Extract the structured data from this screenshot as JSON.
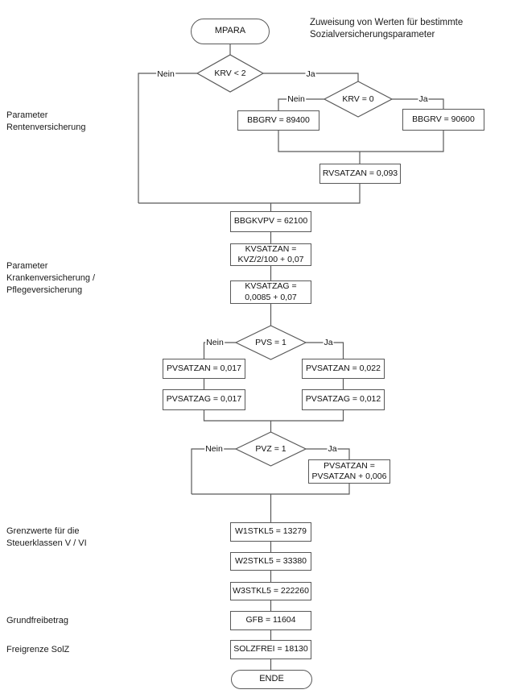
{
  "annotation": "Zuweisung von Werten für bestimmte\nSozialversicherungsparameter",
  "terminals": {
    "start": "MPARA",
    "end": "ENDE"
  },
  "decisions": {
    "krv2": {
      "label": "KRV < 2",
      "no": "Nein",
      "yes": "Ja"
    },
    "krv0": {
      "label": "KRV = 0",
      "no": "Nein",
      "yes": "Ja"
    },
    "pvs": {
      "label": "PVS = 1",
      "no": "Nein",
      "yes": "Ja"
    },
    "pvz": {
      "label": "PVZ = 1",
      "no": "Nein",
      "yes": "Ja"
    }
  },
  "boxes": {
    "bbgrv_nein": "BBGRV = 89400",
    "bbgrv_ja": "BBGRV = 90600",
    "rvsatzan": "RVSATZAN = 0,093",
    "bbgkvpv": "BBGKVPV = 62100",
    "kvsatzan": "KVSATZAN =\nKVZ/2/100 + 0,07",
    "kvsatzag": "KVSATZAG =\n0,0085 + 0,07",
    "pvsatzan_nein": "PVSATZAN = 0,017",
    "pvsatzag_nein": "PVSATZAG = 0,017",
    "pvsatzan_ja": "PVSATZAN = 0,022",
    "pvsatzag_ja": "PVSATZAG = 0,012",
    "pvsatzan_plus": "PVSATZAN =\nPVSATZAN + 0,006",
    "w1stkl5": "W1STKL5 = 13279",
    "w2stkl5": "W2STKL5 = 33380",
    "w3stkl5": "W3STKL5 = 222260",
    "gfb": "GFB = 11604",
    "solzfrei": "SOLZFREI = 18130"
  },
  "side_labels": {
    "rentenversicherung": "Parameter\nRentenversicherung",
    "krankenversicherung": "Parameter\nKrankenversicherung /\nPflegeversicherung",
    "steuerklassen": "Grenzwerte für die\nSteuerklassen V / VI",
    "grundfreibetrag": "Grundfreibetrag",
    "freigrenze_solz": "Freigrenze SolZ"
  },
  "colors": {
    "line": "#595959",
    "text": "#111111",
    "background": "#ffffff"
  }
}
